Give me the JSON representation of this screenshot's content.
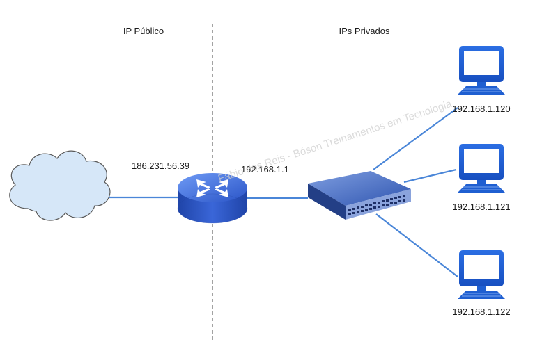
{
  "labels": {
    "public_heading": "IP Público",
    "private_heading": "IPs Privados",
    "router_public_ip": "186.231.56.39",
    "router_private_ip": "192.168.1.1",
    "pc1_ip": "192.168.1.120",
    "pc2_ip": "192.168.1.121",
    "pc3_ip": "192.168.1.122"
  },
  "watermark": "Fábio dos Reis - Bóson Treinamentos em Tecnologia",
  "colors": {
    "link": "#4a86d8",
    "cloud_fill": "#d5e6f7",
    "router_blue": "#2f5fd6",
    "pc_blue": "#1f5fd1",
    "switch_top": "#3f63b6"
  },
  "icons": {
    "cloud": "internet-cloud-icon",
    "router": "router-icon",
    "switch": "switch-icon",
    "pc": "desktop-computer-icon"
  }
}
